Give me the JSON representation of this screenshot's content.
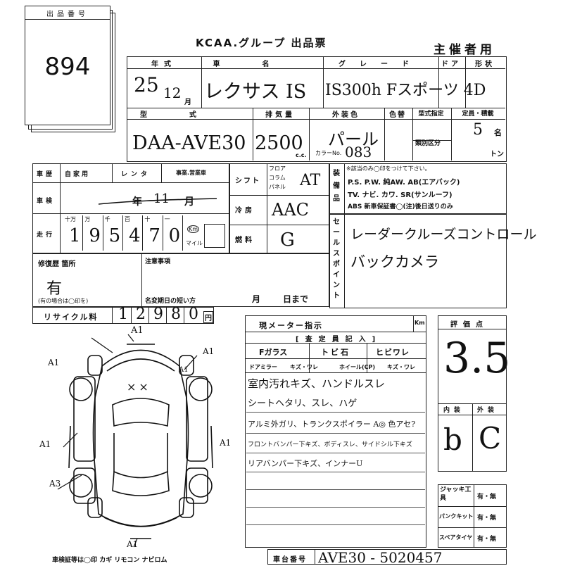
{
  "lot": {
    "label": "出品番号",
    "number": "894"
  },
  "header": {
    "title": "KCAA.グループ 出品票",
    "organizer": "主催者用"
  },
  "columns": {
    "year": "年式",
    "name": "車名",
    "grade": "グレード",
    "door": "ドア",
    "shape": "形状",
    "type": "型式",
    "displacement": "排気量",
    "color": "外装色",
    "color_change": "色替",
    "type_spec": "型式指定",
    "capacity": "定員・積載",
    "category": "類別区分"
  },
  "vehicle": {
    "year_era": "25",
    "year_month": "12",
    "month_unit": "月",
    "name": "レクサス IS",
    "grade": "IS300h Fスポーツ 4D",
    "model": "DAA-AVE30",
    "displacement": "2500",
    "cc": "c.c.",
    "color": "パール",
    "color_code_label": "カラーNo.",
    "color_code": "083",
    "seats": "5",
    "seats_unit": "名",
    "load_unit": "トン"
  },
  "history": {
    "label": "車歴",
    "private": "自家用",
    "rental": "レンタ",
    "business": "事業.営業車",
    "shaken_label": "車検",
    "shaken_year": "年",
    "shaken_month": "11",
    "shaken_month_unit": "月",
    "mileage_label": "走行",
    "mileage_digits": [
      "1",
      "9",
      "5",
      "4",
      "7",
      "0"
    ],
    "digit_heads": [
      "十万",
      "万",
      "千",
      "百",
      "十",
      "一"
    ],
    "km_label": "Km",
    "mile_label": "マイル"
  },
  "shift": {
    "label": "シフト",
    "options": [
      "フロア",
      "コラム",
      "パネル"
    ],
    "value": "AT",
    "ac_label": "冷房",
    "ac_value": "AAC",
    "fuel_label": "燃料",
    "fuel_value": "G"
  },
  "equipment": {
    "label": "装備品",
    "note": "※該当のみ◯印をつけて下さい。",
    "row1": "P.S. P.W. 純AW. AB(エアバック)",
    "row2": "TV. ナビ. カワ. SR(サンルーフ)",
    "row3": "ABS 新車保証書◯(注)後日送りのみ"
  },
  "selling": {
    "label": "セールスポイント",
    "line1": "レーダークルーズコントロール",
    "line2": "バックカメラ"
  },
  "repair": {
    "label": "修復歴 箇所",
    "value": "有",
    "note": "(有の場合は◯印を)"
  },
  "notes_box": {
    "label": "注意事項",
    "deadline": "名変期日の短い方",
    "month": "月",
    "day": "日まで"
  },
  "recycle": {
    "label": "リサイクル料",
    "digits": [
      "1",
      "2",
      "9",
      "8",
      "0"
    ],
    "unit": "円"
  },
  "meter": {
    "label": "現メーター指示",
    "km": "Km"
  },
  "inspector": {
    "label": "[査定員記入]",
    "glass": "Fガラス",
    "chip": "トビ石",
    "crack": "ヒビワレ",
    "mirror": "ドアミラー",
    "scratch": "キズ・ワレ",
    "wheel": "ホイール(CP)",
    "scratch2": "キズ・ワレ",
    "notes": [
      "室内汚れキズ、ハンドルスレ",
      "シートヘタリ、スレ、ハゲ",
      "アルミ外ガリ、トランクスポイラー A◎ 色アセ?",
      "フロントバンパー下キズ、ボディスレ、サイドシル下キズ",
      "リアバンパー下キズ、インナーU"
    ]
  },
  "score": {
    "label": "評価点",
    "value": "3.5",
    "interior_label": "内装",
    "exterior_label": "外装",
    "interior": "b",
    "exterior": "C"
  },
  "jack": {
    "rows": [
      {
        "label": "ジャッキ工具",
        "value": "有・無"
      },
      {
        "label": "パンクキット",
        "value": "有・無"
      },
      {
        "label": "スペアタイヤ",
        "value": "有・無"
      }
    ]
  },
  "diagram": {
    "marks": [
      "A1",
      "A1",
      "A1",
      "A1",
      "A1",
      "A1",
      "A3",
      "A1"
    ],
    "cross": "××"
  },
  "footer": {
    "note": "車検証等は◯印 カギ リモコン ナビロム",
    "chassis_label": "車台番号",
    "chassis_value": "AVE30 - 5020457"
  }
}
